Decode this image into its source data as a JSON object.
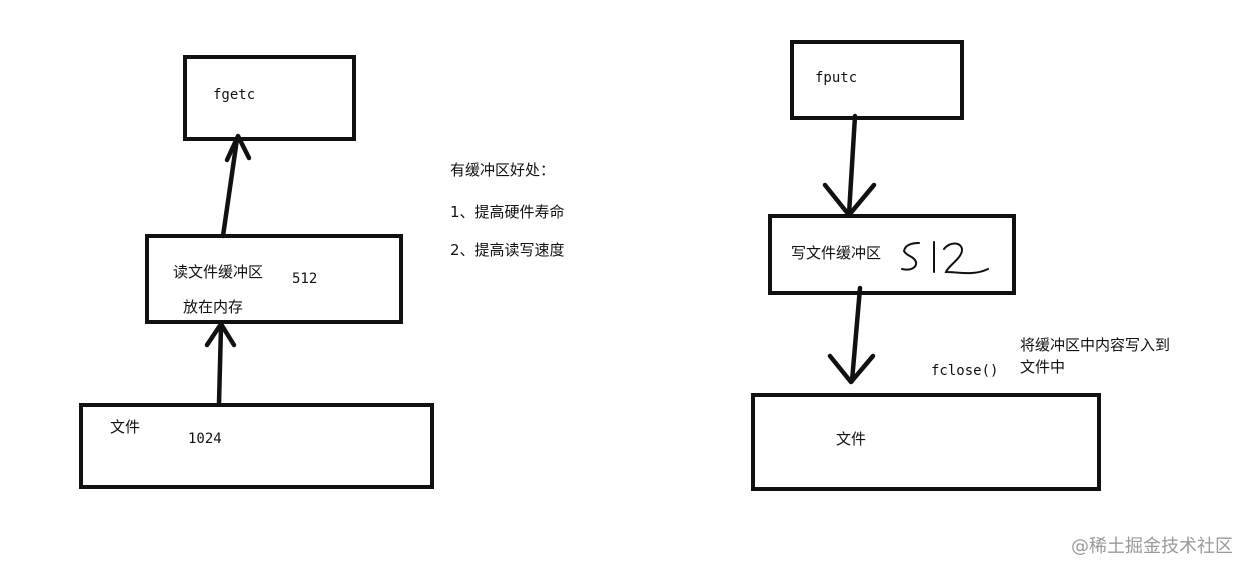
{
  "left": {
    "fgetc_box": {
      "label": "fgetc"
    },
    "buffer_box": {
      "label": "读文件缓冲区",
      "size": "512",
      "note": "放在内存"
    },
    "file_box": {
      "label": "文件",
      "size": "1024"
    }
  },
  "notes": {
    "title": "有缓冲区好处：",
    "items": [
      "1、提高硬件寿命",
      "2、提高读写速度"
    ]
  },
  "right": {
    "fputc_box": {
      "label": "fputc"
    },
    "buffer_box": {
      "label": "写文件缓冲区",
      "handwritten": "512"
    },
    "fclose": {
      "label": "fclose()",
      "note_line1": "将缓冲区中内容写入到",
      "note_line2": "文件中"
    },
    "file_box": {
      "label": "文件"
    }
  },
  "watermark": "@稀土掘金技术社区",
  "colors": {
    "ink": "#111111",
    "watermark": "#9a9a9a",
    "background": "#ffffff"
  }
}
